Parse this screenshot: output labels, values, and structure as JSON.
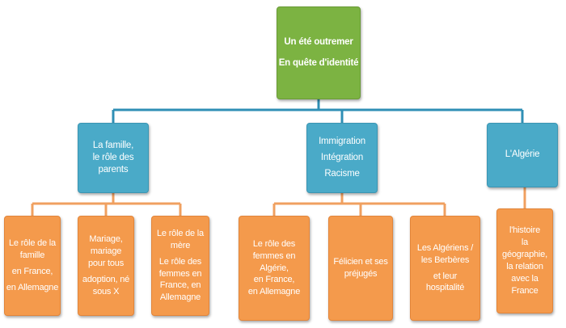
{
  "colors": {
    "root_fill": "#7cb342",
    "theme_fill": "#4aaac8",
    "detail_fill": "#f49a4c",
    "root_connector": "#2f8fb5",
    "theme_connector": "#f0a060"
  },
  "root": {
    "title": "Un été outremer",
    "subtitle": "En quête d'identité"
  },
  "themes": [
    {
      "lines": [
        "La famille,",
        "le rôle des",
        "parents"
      ]
    },
    {
      "lines": [
        "Immigration",
        "Intégration",
        "Racisme"
      ]
    },
    {
      "lines": [
        "L'Algérie"
      ]
    }
  ],
  "details": [
    {
      "lines": [
        "Le rôle de la",
        "famille",
        "en France,",
        "en Allemagne"
      ]
    },
    {
      "lines": [
        "Mariage,",
        "mariage",
        "pour tous",
        "adoption, né",
        "sous X"
      ]
    },
    {
      "lines": [
        "Le rôle de la",
        "mère",
        "Le rôle des",
        "femmes en",
        "France, en",
        "Allemagne"
      ]
    },
    {
      "lines": [
        "Le rôle des",
        "femmes en",
        "Algérie,",
        "en France,",
        "en Allemagne"
      ]
    },
    {
      "lines": [
        "Félicien et ses",
        "préjugés"
      ]
    },
    {
      "lines": [
        "Les Algériens /",
        "les Berbères",
        "et leur",
        "hospitalité"
      ]
    },
    {
      "lines": [
        "l'histoire",
        "la",
        "géographie,",
        "la relation",
        "avec la",
        "France"
      ]
    }
  ]
}
